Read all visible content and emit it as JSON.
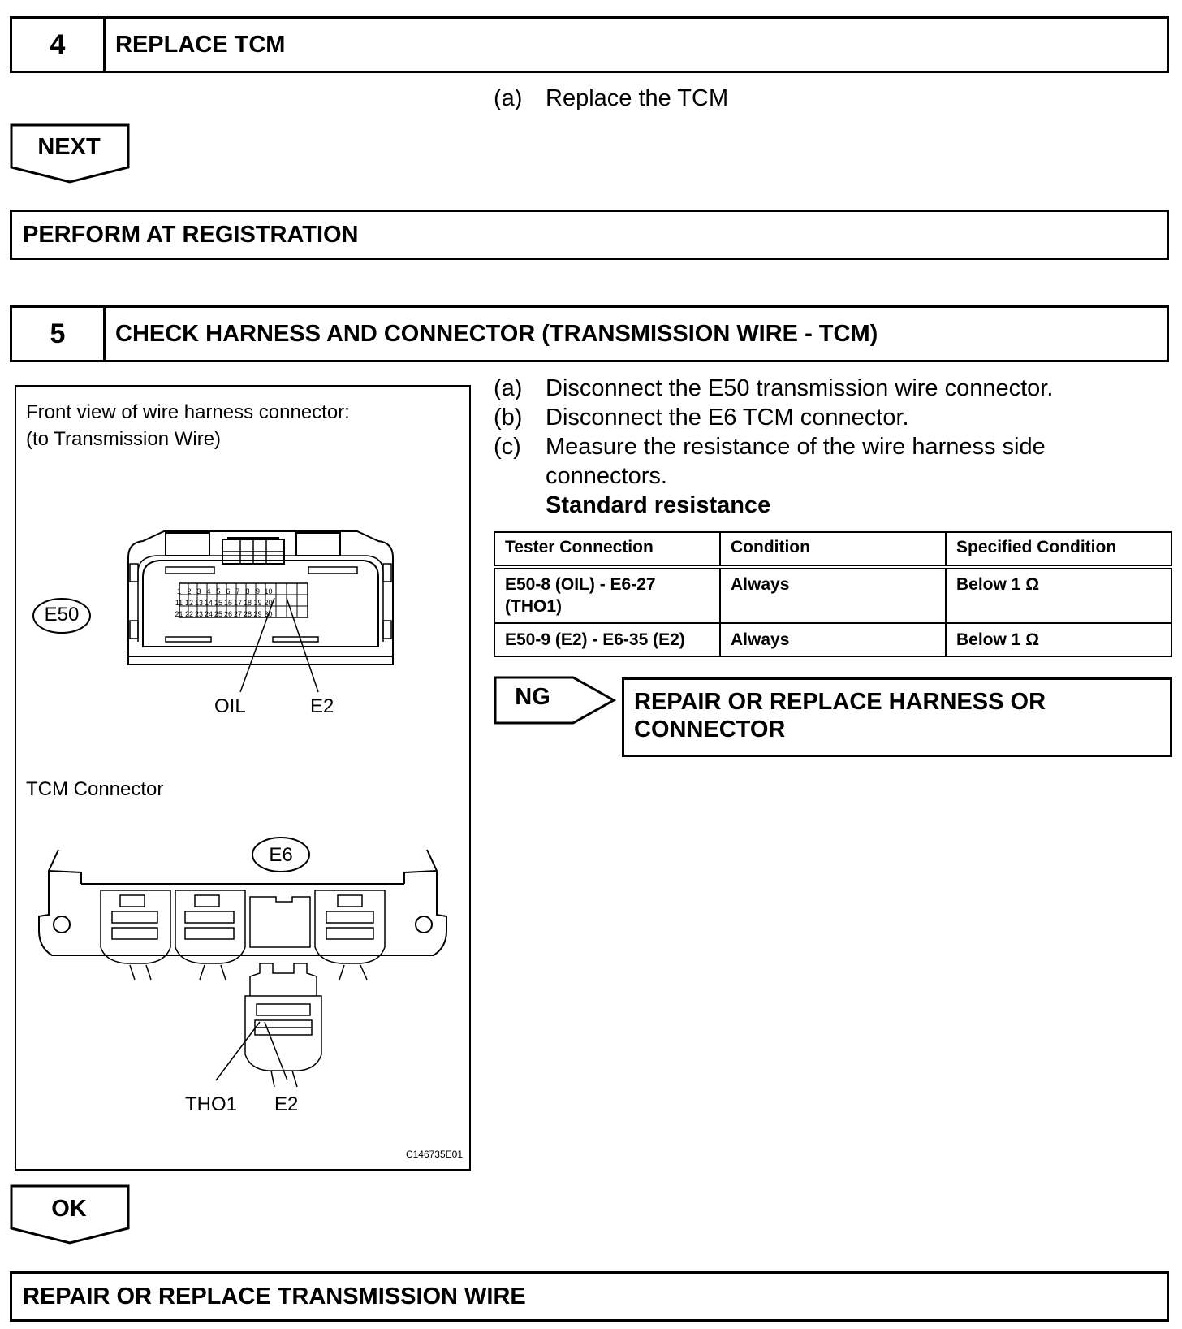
{
  "step4": {
    "number": "4",
    "title": "REPLACE TCM",
    "item_a_label": "(a)",
    "item_a_text": "Replace the TCM"
  },
  "next_label": "NEXT",
  "perform_bar": "PERFORM AT REGISTRATION",
  "step5": {
    "number": "5",
    "title": "CHECK HARNESS AND CONNECTOR (TRANSMISSION WIRE - TCM)",
    "items": [
      {
        "label": "(a)",
        "text": "Disconnect the E50 transmission wire connector."
      },
      {
        "label": "(b)",
        "text": "Disconnect the E6 TCM connector."
      },
      {
        "label": "(c)",
        "text": "Measure the resistance of the wire harness side",
        "text2": "connectors."
      }
    ],
    "standard_heading": "Standard resistance",
    "table": {
      "headers": [
        "Tester Connection",
        "Condition",
        "Specified Condition"
      ],
      "rows": [
        {
          "c1a": "E50-8 (OIL) - E6-27",
          "c1b": "(THO1)",
          "c2": "Always",
          "c3": "Below 1 Ω"
        },
        {
          "c1a": "E50-9 (E2) - E6-35 (E2)",
          "c2": "Always",
          "c3": "Below 1 Ω"
        }
      ]
    },
    "ng_label": "NG",
    "ng_result_line1": "REPAIR OR REPLACE HARNESS OR",
    "ng_result_line2": "CONNECTOR"
  },
  "figure": {
    "caption1": "Front view of wire harness connector:",
    "caption2": "(to Transmission Wire)",
    "e50_label": "E50",
    "pins_row1": [
      "1",
      "2",
      "3",
      "4",
      "5",
      "6",
      "7",
      "8",
      "9",
      "10"
    ],
    "pins_row2": [
      "11",
      "12",
      "13",
      "14",
      "15",
      "16",
      "17",
      "18",
      "19",
      "20"
    ],
    "pins_row3": [
      "21",
      "22",
      "23",
      "24",
      "25",
      "26",
      "27",
      "28",
      "29",
      "30"
    ],
    "oil_label": "OIL",
    "e2_label_top": "E2",
    "tcm_caption": "TCM Connector",
    "e6_label": "E6",
    "tho1_label": "THO1",
    "e2_label_bottom": "E2",
    "figure_code": "C146735E01"
  },
  "ok_label": "OK",
  "final_bar": "REPAIR OR REPLACE TRANSMISSION WIRE"
}
